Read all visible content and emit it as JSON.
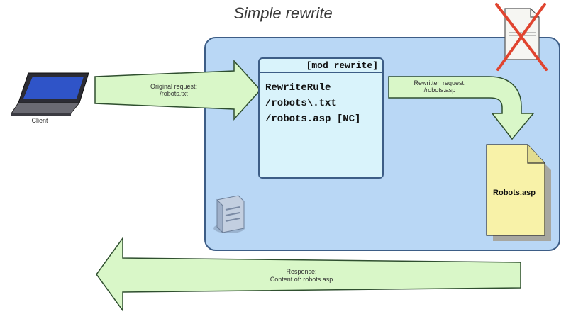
{
  "diagram": {
    "title": "Simple rewrite",
    "client_label": "Client",
    "original_request": [
      "Original request:",
      "/robots.txt"
    ],
    "module_name": "[mod_rewrite]",
    "rule_lines": [
      "RewriteRule",
      "/robots\\.txt",
      "/robots.asp [NC]"
    ],
    "rewritten_request": [
      "Rewritten request:",
      "/robots.asp"
    ],
    "document_label": "Robots.asp",
    "response": [
      "Response:",
      "Content of: robots.asp"
    ]
  },
  "colors": {
    "arrow_fill": "#d9f7c8",
    "arrow_stroke": "#2f4f2f",
    "server_fill": "#b9d7f5",
    "server_stroke": "#3d5d86",
    "rule_fill": "#d9f3fb",
    "document_fill": "#f8f2a8",
    "cross": "#e0442f"
  },
  "icons": [
    "laptop-icon",
    "server-tower-icon",
    "pencil-icon",
    "crossed-document-icon",
    "document-icon"
  ]
}
